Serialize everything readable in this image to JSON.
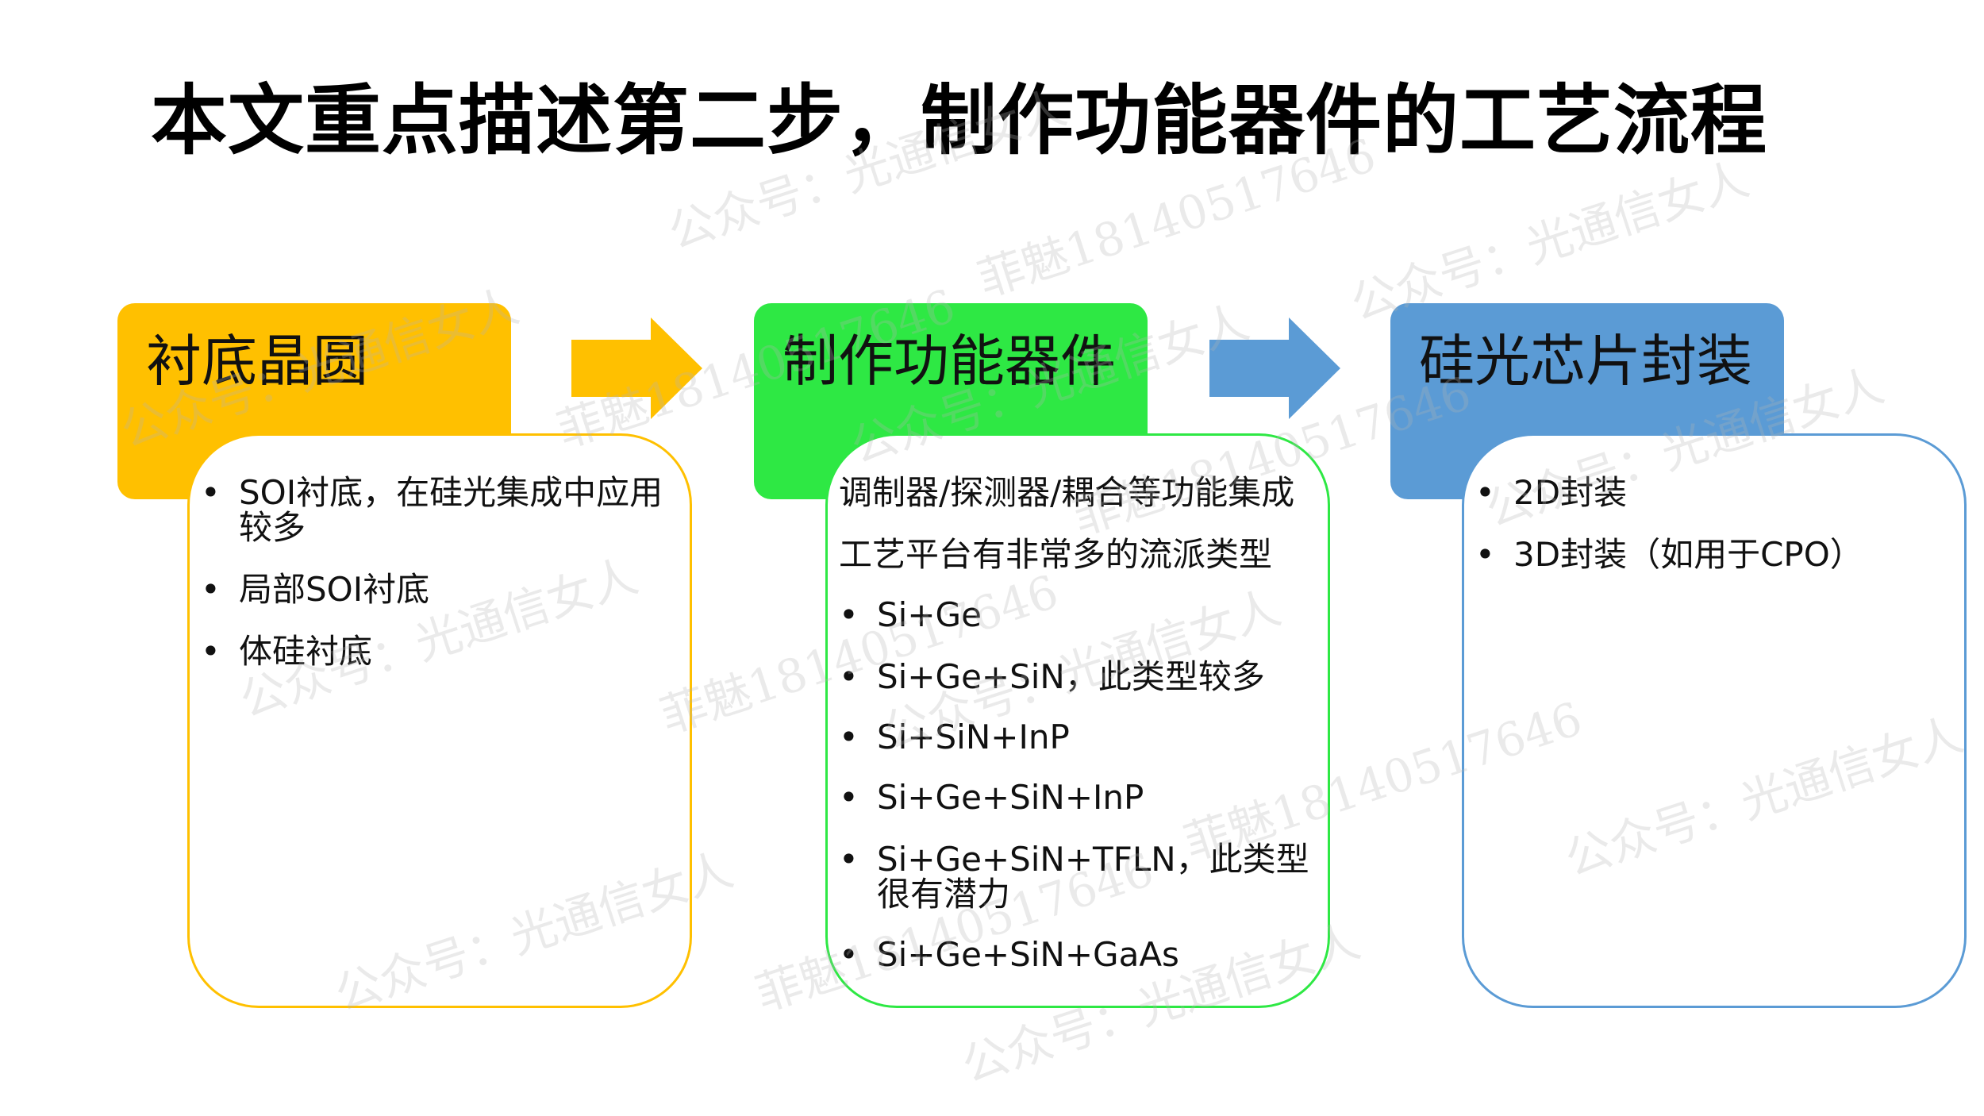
{
  "title": "本文重点描述第二步，制作功能器件的工艺流程",
  "colors": {
    "stage1_header": "#FFC000",
    "stage1_border": "#FFC000",
    "stage2_header": "#2EE844",
    "stage2_border": "#2EE844",
    "stage3_header": "#5B9BD5",
    "stage3_border": "#5B9BD5",
    "arrow1": "#FFC000",
    "arrow2": "#5B9BD5"
  },
  "stages": [
    {
      "label": "衬底晶圆",
      "items": [
        {
          "lines": [
            "SOI衬底，在硅光集成中应用",
            "较多"
          ]
        },
        {
          "lines": [
            "局部SOI衬底"
          ]
        },
        {
          "lines": [
            "体硅衬底"
          ]
        }
      ]
    },
    {
      "label": "制作功能器件",
      "intro": [
        "调制器/探测器/耦合等功能集成",
        "工艺平台有非常多的流派类型"
      ],
      "items": [
        {
          "lines": [
            "Si+Ge"
          ]
        },
        {
          "lines": [
            "Si+Ge+SiN，此类型较多"
          ]
        },
        {
          "lines": [
            "Si+SiN+InP"
          ]
        },
        {
          "lines": [
            "Si+Ge+SiN+InP"
          ]
        },
        {
          "lines": [
            "Si+Ge+SiN+TFLN，此类型",
            "很有潜力"
          ]
        },
        {
          "lines": [
            "Si+Ge+SiN+GaAs"
          ]
        }
      ]
    },
    {
      "label": "硅光芯片封装",
      "items": [
        {
          "lines": [
            "2D封装"
          ]
        },
        {
          "lines": [
            "3D封装（如用于CPO）"
          ]
        }
      ]
    }
  ],
  "watermarks": [
    "公众号：光通信女人",
    "菲魅18140517646"
  ]
}
